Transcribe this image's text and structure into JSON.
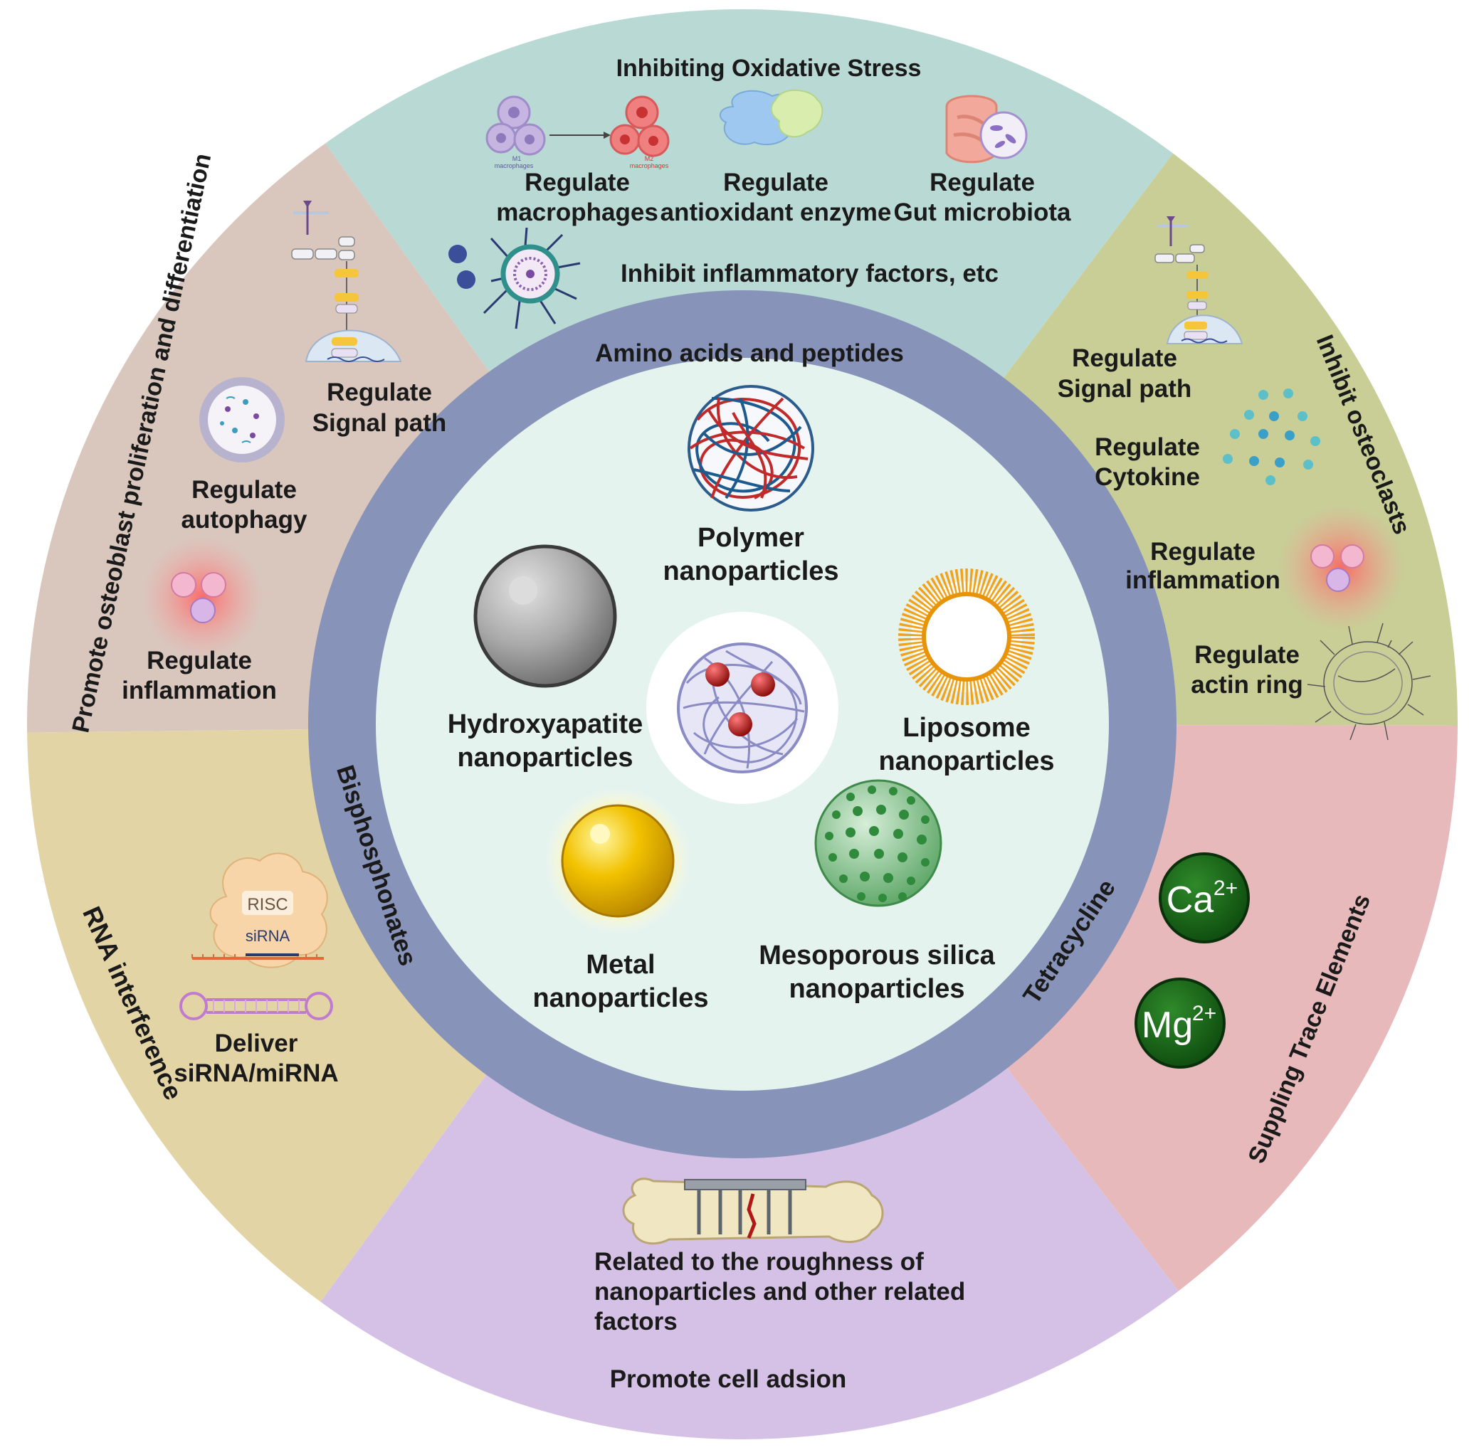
{
  "colors": {
    "oxidative": "#b9d9d4",
    "osteoblast": "#d9c6bd",
    "osteoclast": "#c8ce96",
    "trace": "#e8b9bb",
    "adhesion": "#d5c1e6",
    "rna": "#e3d4a6",
    "ring": "#8793b8",
    "core": "#e5f3ef"
  },
  "outer": {
    "oxidative": {
      "title": "Inhibiting Oxidative Stress",
      "macro_line1": "Regulate",
      "macro_line2": "macrophages",
      "enzyme_line1": "Regulate",
      "enzyme_line2": "antioxidant enzyme",
      "gut_line1": "Regulate",
      "gut_line2": "Gut microbiota",
      "inflam": "Inhibit inflammatory factors, etc",
      "m1_label": "M1",
      "m1_sub": "macrophages",
      "m2_label": "M2",
      "m2_sub": "macrophages"
    },
    "osteoblast": {
      "title": "Promote osteoblast proliferation and differentiation",
      "signal_line1": "Regulate",
      "signal_line2": "Signal path",
      "autophagy_line1": "Regulate",
      "autophagy_line2": "autophagy",
      "inflam_line1": "Regulate",
      "inflam_line2": "inflammation"
    },
    "osteoclast": {
      "title": "Inhibit osteoclasts",
      "signal_line1": "Regulate",
      "signal_line2": "Signal path",
      "cytokine_line1": "Regulate",
      "cytokine_line2": "Cytokine",
      "inflam_line1": "Regulate",
      "inflam_line2": "inflammation",
      "actin_line1": "Regulate",
      "actin_line2": "actin ring"
    },
    "trace": {
      "title": "Suppling Trace Elements",
      "ca": "Ca",
      "ca_charge": "2+",
      "mg": "Mg",
      "mg_charge": "2+"
    },
    "adhesion": {
      "title": "Promote cell adsion",
      "desc_line1": "Related to the roughness of",
      "desc_line2": "nanoparticles and other related",
      "desc_line3": "factors"
    },
    "rna": {
      "title": "RNA interference",
      "risc": "RISC",
      "sirna": "siRNA",
      "deliver_line1": "Deliver",
      "deliver_line2": "siRNA/miRNA"
    }
  },
  "ring": {
    "top": "Amino acids and peptides",
    "left": "Bisphosphonates",
    "right": "Tetracycline"
  },
  "core": {
    "polymer_line1": "Polymer",
    "polymer_line2": "nanoparticles",
    "hydroxy_line1": "Hydroxyapatite",
    "hydroxy_line2": "nanoparticles",
    "liposome_line1": "Liposome",
    "liposome_line2": "nanoparticles",
    "metal_line1": "Metal",
    "metal_line2": "nanoparticles",
    "silica_line1": "Mesoporous silica",
    "silica_line2": "nanoparticles"
  }
}
